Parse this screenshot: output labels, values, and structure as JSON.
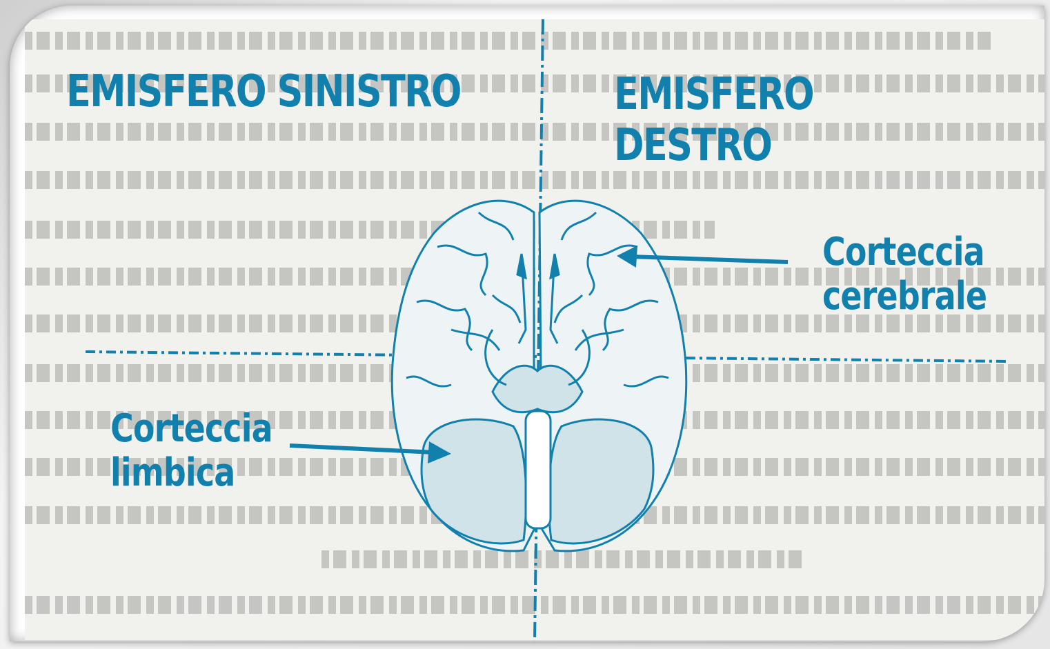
{
  "headings": {
    "left": "EMISFERO SINISTRO",
    "right": "EMISFERO DESTRO"
  },
  "labels": {
    "cerebral_cortex": {
      "line1": "Corteccia",
      "line2": "cerebrale"
    },
    "limbic_cortex": {
      "line1": "Corteccia",
      "line2": "limbica"
    }
  },
  "colors": {
    "accent": "#1180ad",
    "brain_fill": "#d6e8ec",
    "page_bg": "#f1f1ee"
  }
}
